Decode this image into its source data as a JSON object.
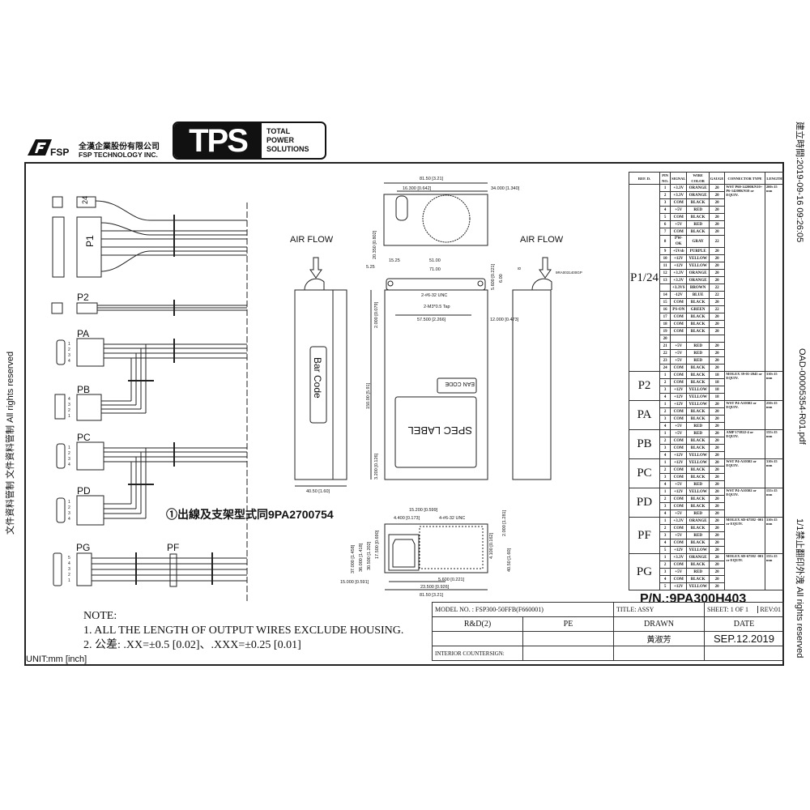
{
  "header": {
    "logo_brand": "FSP",
    "company_cn": "全漢企業股份有限公司",
    "company_en": "FSP TECHNOLOGY INC.",
    "tps_logo": "TPS",
    "tps_line1": "TOTAL",
    "tps_line2": "POWER",
    "tps_line3": "SOLUTIONS"
  },
  "side_text": {
    "left": "文件資料管制 文件資料管制 All rights reserved",
    "right_timestamp": "建立時間:2019-09-16 09:26:05",
    "right_filename": "OAD-00005354-R01.pdf",
    "right_footer": "1/1禁止翻印外洩 All rights reserved"
  },
  "harness": {
    "labels": {
      "p1": "P1",
      "p1_24": "24",
      "p2": "P2",
      "pa": "PA",
      "pb": "PB",
      "pc": "PC",
      "pd": "PD",
      "pg": "PG",
      "pf": "PF"
    },
    "pins_4": [
      "1",
      "2",
      "3",
      "4"
    ],
    "pins_4_rev": [
      "4",
      "3",
      "2",
      "1"
    ],
    "pins_5_rev": [
      "5",
      "4",
      "3",
      "2",
      "1"
    ]
  },
  "views": {
    "air_flow_left": "AIR FLOW",
    "air_flow_right": "AIR FLOW",
    "bar_code": "Bar Code",
    "ean_code": "EAN CODE",
    "spec_label": "SPEC LABEL",
    "fan_part": "9RA0031400GP",
    "note_cn": "①出線及支架型式同9PA2700754",
    "dims": {
      "top_width": "81.50 [3.21]",
      "top_offset": "16.300 [0.642]",
      "top_right": "34.000 [1.340]",
      "top_height": "20.350 [0.802]",
      "d1525": "15.25",
      "d525": "5.25",
      "d5100": "51.00",
      "d7100": "71.00",
      "d5600": "5.600 [0.221]",
      "d600": "6.00",
      "unc": "2-#6-32 UNC",
      "m3": "2-M3*0.5 Tap",
      "d57500": "57.500 [2.266]",
      "d12000": "12.000 [0.473]",
      "d2000": "2.000 [0.079]",
      "d150": "150.00 [5.91]",
      "d3200": "3.200 [0.126]",
      "d4050": "40.50 [1.60]",
      "d8": "8",
      "b15200": "15.200 [0.599]",
      "b4400": "4.400 [0.173]",
      "b4unc": "4-#6-32 UNC",
      "b2000": "2.000 [1.281]",
      "b37": "37.000 [1.458]",
      "b36": "36.000 [1.418]",
      "b30": "30.500 [1.202]",
      "b17": "17.500 [0.690]",
      "b15": "15.000 [0.591]",
      "b5600": "5.600 [0.221]",
      "b23500": "23.500 [0.926]",
      "b8150": "81.50 [3.21]",
      "b4100": "4.100 [0.162]",
      "b4050": "40.50 [1.60]"
    }
  },
  "pin_table": {
    "headers": [
      "REF. D.",
      "PIN NO.",
      "SIGNAL",
      "WIRE COLOR",
      "GAUGE",
      "CONNECTOR TYPE",
      "LENGTH"
    ],
    "groups": [
      {
        "ref": "P1/24",
        "connector": "WST P60-14200KN10+ P6-14200KN10 or EQUIV.",
        "length": "200±15 mm",
        "rows": [
          [
            "1",
            "+3.3V",
            "ORANGE",
            "20"
          ],
          [
            "2",
            "+3.3V",
            "ORANGE",
            "20"
          ],
          [
            "3",
            "COM",
            "BLACK",
            "20"
          ],
          [
            "4",
            "+5V",
            "RED",
            "20"
          ],
          [
            "5",
            "COM",
            "BLACK",
            "20"
          ],
          [
            "6",
            "+5V",
            "RED",
            "20"
          ],
          [
            "7",
            "COM",
            "BLACK",
            "20"
          ],
          [
            "8",
            "PW-OK",
            "GRAY",
            "22"
          ],
          [
            "9",
            "+5Vsb",
            "PURPLE",
            "20"
          ],
          [
            "10",
            "+12V",
            "YELLOW",
            "20"
          ],
          [
            "11",
            "+12V",
            "YELLOW",
            "20"
          ],
          [
            "12",
            "+3.3V",
            "ORANGE",
            "20"
          ],
          [
            "13",
            "+3.3V",
            "ORANGE",
            "20"
          ],
          [
            "",
            "+3.3VS",
            "BROWN",
            "22"
          ],
          [
            "14",
            "-12V",
            "BLUE",
            "22"
          ],
          [
            "15",
            "COM",
            "BLACK",
            "20"
          ],
          [
            "16",
            "PS-ON",
            "GREEN",
            "22"
          ],
          [
            "17",
            "COM",
            "BLACK",
            "20"
          ],
          [
            "18",
            "COM",
            "BLACK",
            "20"
          ],
          [
            "19",
            "COM",
            "BLACK",
            "20"
          ],
          [
            "20",
            "",
            "",
            ""
          ],
          [
            "21",
            "+5V",
            "RED",
            "20"
          ],
          [
            "22",
            "+5V",
            "RED",
            "20"
          ],
          [
            "23",
            "+5V",
            "RED",
            "20"
          ],
          [
            "24",
            "COM",
            "BLACK",
            "20"
          ]
        ]
      },
      {
        "ref": "P2",
        "connector": "MOLEX 39-01-2045 or EQUIV.",
        "length": "310±15 mm",
        "rows": [
          [
            "1",
            "COM",
            "BLACK",
            "18"
          ],
          [
            "2",
            "COM",
            "BLACK",
            "18"
          ],
          [
            "3",
            "+12V",
            "YELLOW",
            "18"
          ],
          [
            "4",
            "+12V",
            "YELLOW",
            "18"
          ]
        ]
      },
      {
        "ref": "PA",
        "connector": "WST P4-A10302 or EQUIV.",
        "length": "250±15 mm",
        "rows": [
          [
            "1",
            "+12V",
            "YELLOW",
            "20"
          ],
          [
            "2",
            "COM",
            "BLACK",
            "20"
          ],
          [
            "3",
            "COM",
            "BLACK",
            "20"
          ],
          [
            "4",
            "+5V",
            "RED",
            "20"
          ]
        ]
      },
      {
        "ref": "PB",
        "connector": "AMP 171822-4 or EQUIV.",
        "length": "155±15 mm",
        "rows": [
          [
            "1",
            "+5V",
            "RED",
            "20"
          ],
          [
            "2",
            "COM",
            "BLACK",
            "20"
          ],
          [
            "3",
            "COM",
            "BLACK",
            "20"
          ],
          [
            "4",
            "+12V",
            "YELLOW",
            "20"
          ]
        ]
      },
      {
        "ref": "PC",
        "connector": "WST P4-A10302 or EQUIV.",
        "length": "310±15 mm",
        "rows": [
          [
            "1",
            "+12V",
            "YELLOW",
            "20"
          ],
          [
            "2",
            "COM",
            "BLACK",
            "20"
          ],
          [
            "3",
            "COM",
            "BLACK",
            "20"
          ],
          [
            "4",
            "+5V",
            "RED",
            "20"
          ]
        ]
      },
      {
        "ref": "PD",
        "connector": "WST P4-A10302 or EQUIV.",
        "length": "155±15 mm",
        "rows": [
          [
            "1",
            "+12V",
            "YELLOW",
            "20"
          ],
          [
            "2",
            "COM",
            "BLACK",
            "20"
          ],
          [
            "3",
            "COM",
            "BLACK",
            "20"
          ],
          [
            "4",
            "+5V",
            "RED",
            "20"
          ]
        ]
      },
      {
        "ref": "PF",
        "connector": "MOLEX SD-67582 -001 or EQUIV.",
        "length": "310±15 mm",
        "rows": [
          [
            "1",
            "+3.3V",
            "ORANGE",
            "20"
          ],
          [
            "2",
            "COM",
            "BLACK",
            "20"
          ],
          [
            "3",
            "+5V",
            "RED",
            "20"
          ],
          [
            "4",
            "COM",
            "BLACK",
            "20"
          ],
          [
            "5",
            "+12V",
            "YELLOW",
            "20"
          ]
        ]
      },
      {
        "ref": "PG",
        "connector": "MOLEX SD-67582 -001 or EQUIV.",
        "length": "155±15 mm",
        "rows": [
          [
            "1",
            "+3.3V",
            "ORANGE",
            "20"
          ],
          [
            "2",
            "COM",
            "BLACK",
            "20"
          ],
          [
            "3",
            "+5V",
            "RED",
            "20"
          ],
          [
            "4",
            "COM",
            "BLACK",
            "20"
          ],
          [
            "5",
            "+12V",
            "YELLOW",
            "20"
          ]
        ]
      }
    ]
  },
  "part_number": "P/N.:9PA300H403",
  "title_block": {
    "model": "MODEL NO. : FSP300-50FFB(F660001)",
    "title": "TITLE: ASSY",
    "sheet": "SHEET: 1 OF 1",
    "rev": "REV:01",
    "rd": "R&D(2)",
    "pe": "PE",
    "drawn": "DRAWN",
    "date_label": "DATE",
    "drawn_by": "黃淑芳",
    "date": "SEP.12.2019",
    "countersign": "INTERIOR COUNTERSIGN:"
  },
  "notes": {
    "heading": "NOTE:",
    "line1": "1. ALL THE LENGTH OF OUTPUT WIRES EXCLUDE HOUSING.",
    "line2": "2. 公差: .XX=±0.5 [0.02]、.XXX=±0.25 [0.01]",
    "unit": "UNIT:mm [inch]"
  }
}
